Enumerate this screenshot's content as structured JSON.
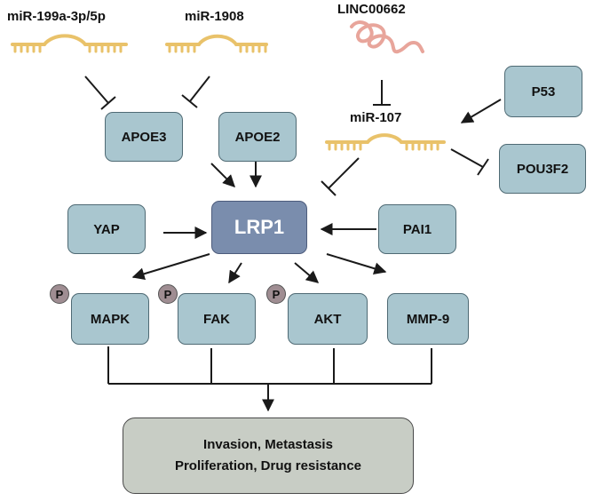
{
  "mirnas": {
    "mir199": "miR-199a-3p/5p",
    "mir1908": "miR-1908",
    "linc": "LINC00662",
    "mir107": "miR-107"
  },
  "nodes": {
    "apoe3": "APOE3",
    "apoe2": "APOE2",
    "p53": "P53",
    "pou3f2": "POU3F2",
    "yap": "YAP",
    "lrp1": "LRP1",
    "pai1": "PAI1",
    "mapk": "MAPK",
    "fak": "FAK",
    "akt": "AKT",
    "mmp9": "MMP-9"
  },
  "phospho_label": "P",
  "outcome": {
    "line1": "Invasion, Metastasis",
    "line2": "Proliferation, Drug resistance"
  },
  "colors": {
    "node_fill": "#a9c6cf",
    "lrp1_fill": "#7a8dad",
    "outcome_fill": "#c8cdc5",
    "mirna": "#e9c26a",
    "lncrna": "#e8a59b",
    "phospho": "#9f8d92"
  }
}
